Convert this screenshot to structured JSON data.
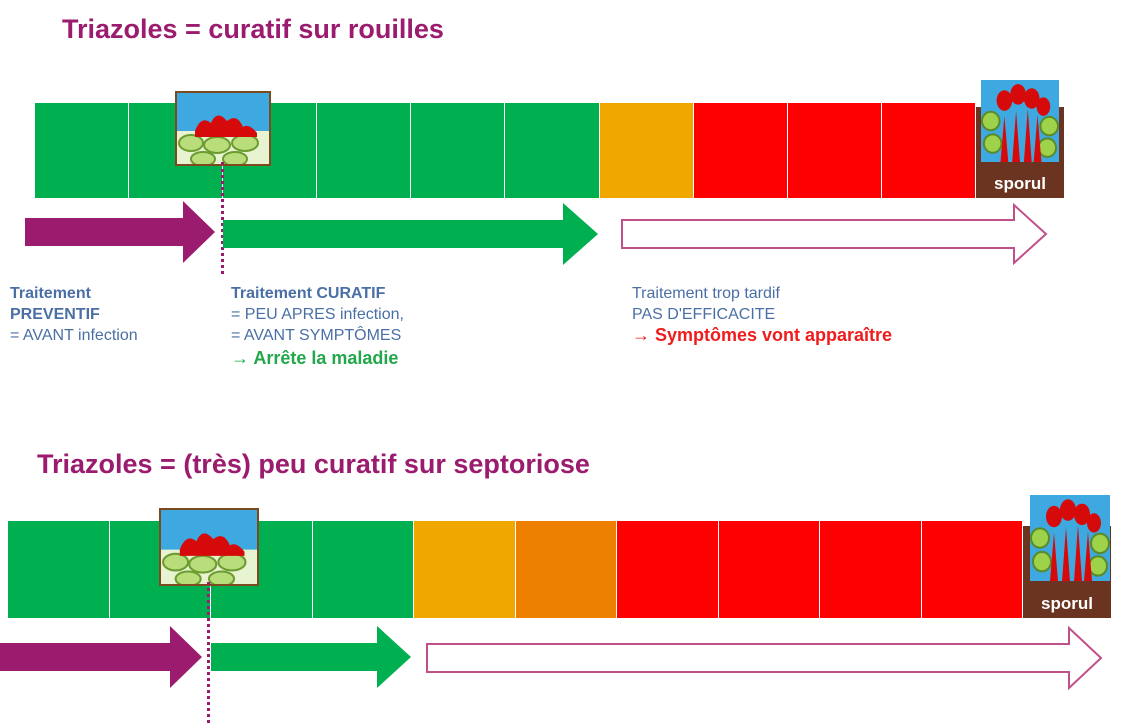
{
  "rust": {
    "title": "Triazoles = curatif sur rouilles",
    "segments": [
      "#00b050",
      "#00b050",
      "#00b050",
      "#00b050",
      "#00b050",
      "#00b050",
      "#f0a800",
      "#ff0000",
      "#ff0000",
      "#ff0000"
    ],
    "sporul_label": "sporul",
    "preventif": {
      "line1": "Traitement",
      "line2": "PREVENTIF",
      "line3": "= AVANT infection"
    },
    "curatif": {
      "line1": "Traitement CURATIF",
      "line2": "= PEU APRES infection,",
      "line3": "= AVANT SYMPTÔMES",
      "line4": "→ Arrête la maladie"
    },
    "tardif": {
      "line1": "Traitement trop tardif",
      "line2": "PAS D'EFFICACITE",
      "line3": "→ Symptômes vont apparaître"
    }
  },
  "septoria": {
    "title": "Triazoles = (très) peu curatif sur septoriose",
    "segments": [
      "#00b050",
      "#00b050",
      "#00b050",
      "#00b050",
      "#f0a800",
      "#ee8000",
      "#ff0000",
      "#ff0000",
      "#ff0000",
      "#ff0000"
    ],
    "sporul_label": "sporul"
  },
  "colors": {
    "preventive_arrow": "#9b1b6e",
    "curative_arrow": "#00b050",
    "late_arrow_outline": "#c0508a",
    "title": "#9b1b6e",
    "label_blue": "#4a6fa5",
    "label_green": "#22a74a",
    "label_red": "#ee1c1c",
    "sporul_bg": "#6b3420"
  }
}
